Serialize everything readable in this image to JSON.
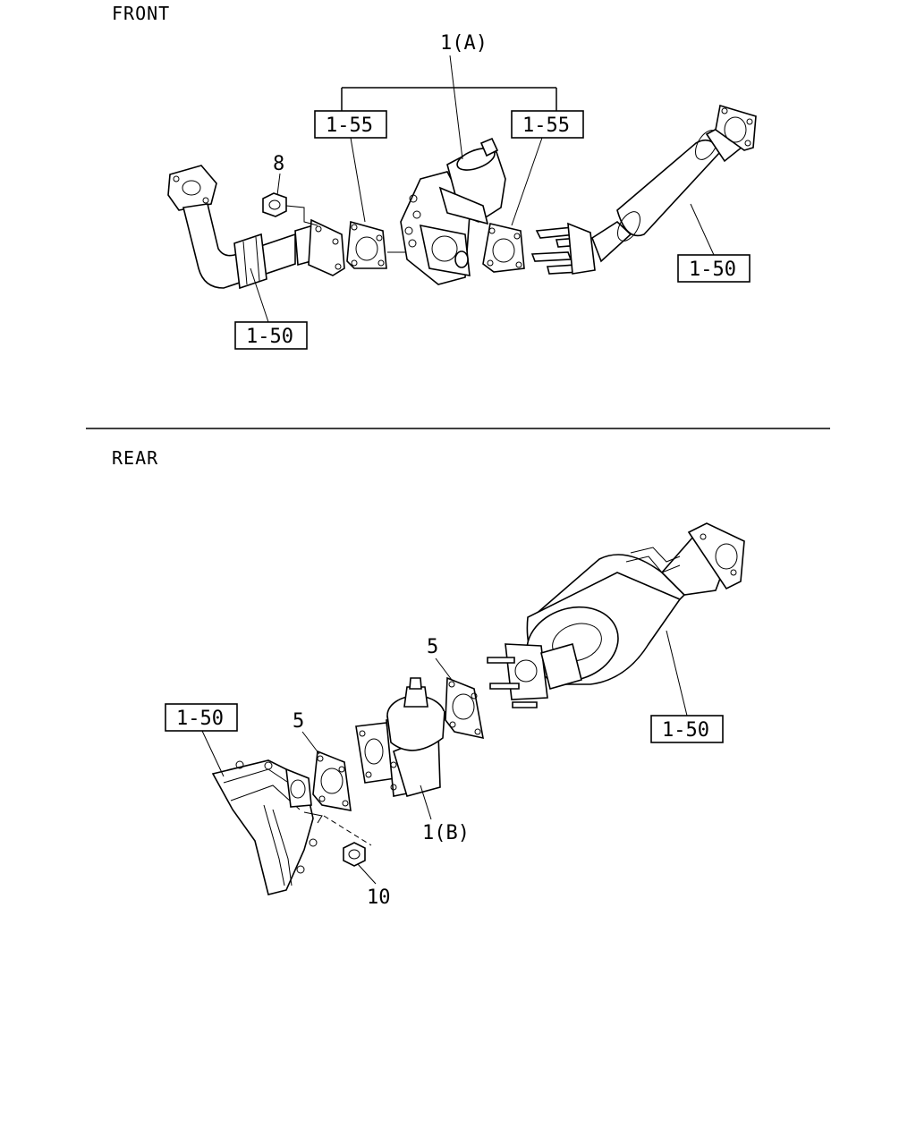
{
  "sections": {
    "front": "FRONT",
    "rear": "REAR"
  },
  "callouts": {
    "front_1a": "1(A)",
    "front_155_left": "1-55",
    "front_155_right": "1-55",
    "front_8": "8",
    "front_150_left": "1-50",
    "front_150_right": "1-50",
    "rear_5_upper": "5",
    "rear_5_lower": "5",
    "rear_150_left": "1-50",
    "rear_150_right": "1-50",
    "rear_1b": "1(B)",
    "rear_10": "10"
  }
}
